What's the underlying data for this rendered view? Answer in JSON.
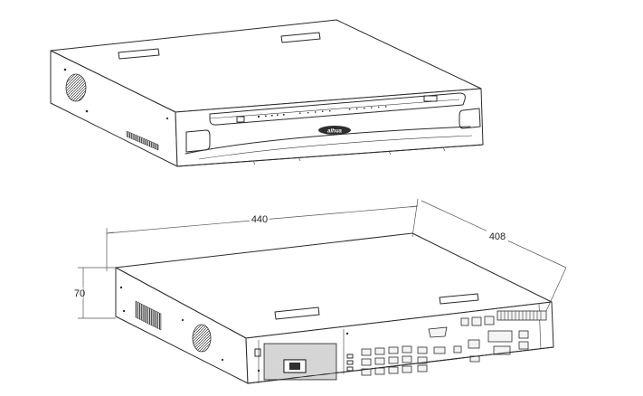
{
  "front_unit": {
    "brand_logo": "alhua"
  },
  "dimensions": {
    "width": "440",
    "depth": "408",
    "height": "70"
  }
}
